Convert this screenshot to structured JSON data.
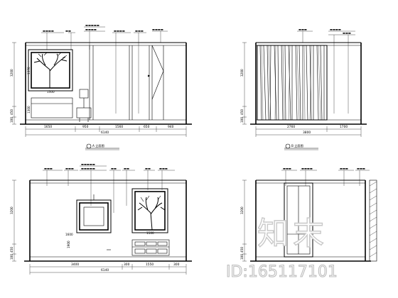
{
  "elevations": [
    {
      "name": "elevation-top-left",
      "dims_bottom": [
        "1650",
        "950",
        "1560",
        "650",
        "940"
      ],
      "dim_total": "6140",
      "dims_left": [
        "3200",
        "450",
        "100"
      ],
      "frame_dims": [
        "1500",
        "1370",
        "1300"
      ],
      "caption": "A 立面图"
    },
    {
      "name": "elevation-top-right",
      "dims_bottom": [
        "2760",
        "1700"
      ],
      "dim_total": "3800",
      "dims_left": [
        "3200",
        "450",
        "100"
      ],
      "caption": "B 立面图"
    },
    {
      "name": "elevation-bottom-left",
      "dims_bottom": [
        "3400",
        "300",
        "1550",
        "300"
      ],
      "dim_total": "6140",
      "dims_left": [
        "3200",
        "450",
        "100"
      ],
      "frame_dims": [
        "1600",
        "1500",
        "1900"
      ]
    },
    {
      "name": "elevation-bottom-right",
      "dims_left": [
        "3200",
        "450",
        "100"
      ]
    }
  ],
  "watermark": {
    "logo": "知末",
    "id_text": "ID:165117101"
  }
}
